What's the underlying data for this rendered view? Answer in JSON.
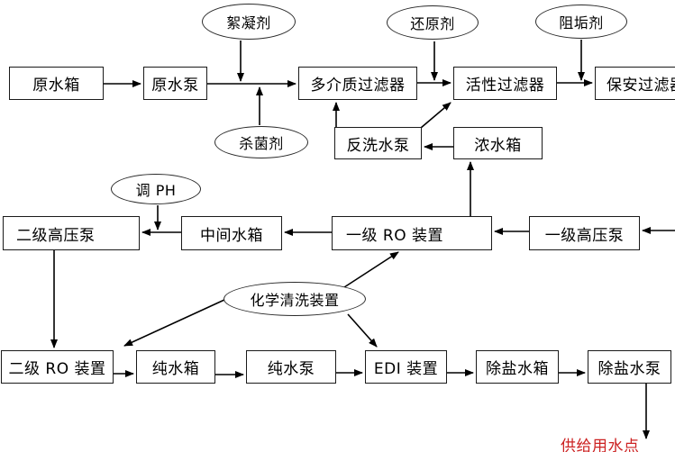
{
  "diagram": {
    "nodes": {
      "raw_water_tank": "原水箱",
      "raw_water_pump": "原水泵",
      "multimedia_filter": "多介质过滤器",
      "activated_filter": "活性过滤器",
      "security_filter": "保安过滤器",
      "backwash_pump": "反洗水泵",
      "concentrate_tank": "浓水箱",
      "stage2_hp_pump": "二级高压泵",
      "intermediate_tank": "中间水箱",
      "stage1_ro_unit": "一级 RO 装置",
      "stage1_hp_pump": "一级高压泵",
      "stage2_ro_unit": "二级 RO 装置",
      "pure_water_tank": "纯水箱",
      "pure_water_pump": "纯水泵",
      "edi_unit": "EDI 装置",
      "demin_water_tank": "除盐水箱",
      "demin_water_pump": "除盐水泵"
    },
    "dosing": {
      "flocculant": "絮凝剂",
      "reducing_agent": "还原剂",
      "antiscalant": "阻垢剂",
      "biocide": "杀菌剂",
      "ph_adjust": "调 PH",
      "chemical_cleaning": "化学清洗装置"
    },
    "output_label": "供给用水点",
    "colors": {
      "line": "#000000",
      "node_border": "#1a1a1a",
      "output_text": "#cc2222",
      "background": "#ffffff"
    }
  }
}
